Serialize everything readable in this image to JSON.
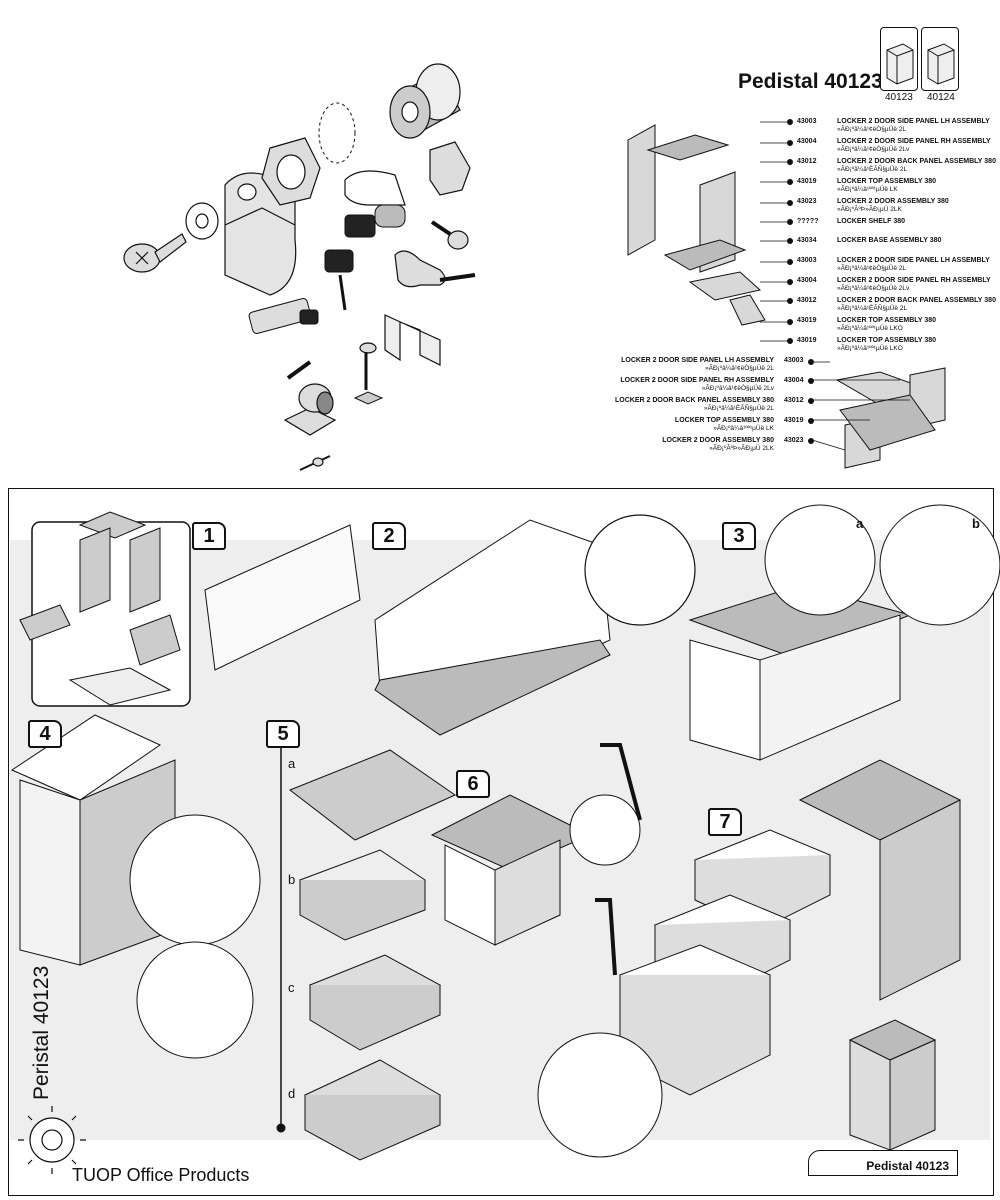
{
  "header": {
    "title": "Pedistal 40123",
    "variants": [
      {
        "label": "40123"
      },
      {
        "label": "40124"
      }
    ]
  },
  "parts_list": [
    {
      "code": "43003",
      "name": "LOCKER 2 DOOR SIDE PANEL LH ASSEMBLY",
      "sub": "»ÃĐ¡ºâ¼â¹¢ëÒ§µÜë 2L"
    },
    {
      "code": "43004",
      "name": "LOCKER 2 DOOR SIDE PANEL RH ASSEMBLY",
      "sub": "»ÃĐ¡ºâ¼â¹¢ëÒ§µÜë 2Lv"
    },
    {
      "code": "43012",
      "name": "LOCKER 2 DOOR BACK PANEL ASSEMBLY 380",
      "sub": "»ÃĐ¡ºâ¼â¹ÈÃÑ§µÜë 2L"
    },
    {
      "code": "43019",
      "name": "LOCKER TOP ASSEMBLY 380",
      "sub": "»ÃĐ¡ºâ¼â¹ºª¹µÜë LK"
    },
    {
      "code": "43023",
      "name": "LOCKER 2 DOOR ASSEMBLY 380",
      "sub": "»ÃĐ¡ºÃºÞ»ÃĐ¡µÜ 2LK"
    },
    {
      "code": "?????",
      "name": "LOCKER SHELF 380",
      "sub": ""
    },
    {
      "code": "43034",
      "name": "LOCKER BASE ASSEMBLY 380",
      "sub": ""
    },
    {
      "code": "43003",
      "name": "LOCKER 2 DOOR SIDE PANEL LH ASSEMBLY",
      "sub": "»ÃĐ¡ºâ¼â¹¢ëÒ§µÜë 2L"
    },
    {
      "code": "43004",
      "name": "LOCKER 2 DOOR SIDE PANEL RH ASSEMBLY",
      "sub": "»ÃĐ¡ºâ¼â¹¢ëÒ§µÜë 2Lv"
    },
    {
      "code": "43012",
      "name": "LOCKER 2 DOOR BACK PANEL ASSEMBLY 380",
      "sub": "»ÃĐ¡ºâ¼â¹ÈÃÑ§µÜë 2L"
    },
    {
      "code": "43019",
      "name": "LOCKER TOP ASSEMBLY 380",
      "sub": "»ÃĐ¡ºâ¼â¹ºª¹µÜë LKO"
    },
    {
      "code": "43019",
      "name": "LOCKER TOP ASSEMBLY 380",
      "sub": "»ÃĐ¡ºâ¼â¹ºª¹µÜë LKO"
    }
  ],
  "parts_list_left": [
    {
      "code": "43003",
      "name": "LOCKER 2 DOOR SIDE PANEL LH ASSEMBLY",
      "sub": "»ÃĐ¡ºâ¼â¹¢ëÒ§µÜë 2L"
    },
    {
      "code": "43004",
      "name": "LOCKER 2 DOOR SIDE PANEL RH ASSEMBLY",
      "sub": "»ÃĐ¡ºâ¼â¹¢ëÒ§µÜë 2Lv"
    },
    {
      "code": "43012",
      "name": "LOCKER 2 DOOR BACK PANEL ASSEMBLY 380",
      "sub": "»ÃĐ¡ºâ¼â¹ÈÃÑ§µÜë 2L"
    },
    {
      "code": "43019",
      "name": "LOCKER TOP ASSEMBLY 380",
      "sub": "»ÃĐ¡ºâ¼â¹ºª¹µÜë LK"
    },
    {
      "code": "43023",
      "name": "LOCKER 2 DOOR ASSEMBLY 380",
      "sub": "»ÃĐ¡ºÃºÞ»ÃĐ¡µÜ 2LK"
    }
  ],
  "steps": [
    "1",
    "2",
    "3",
    "4",
    "5",
    "6",
    "7"
  ],
  "substeps": [
    "a",
    "b",
    "c",
    "d"
  ],
  "callouts": [
    "a",
    "b"
  ],
  "footer": {
    "vertical_label": "Peristal 40123",
    "brand": "TUOP Office Products",
    "box_label": "Pedistal 40123"
  }
}
